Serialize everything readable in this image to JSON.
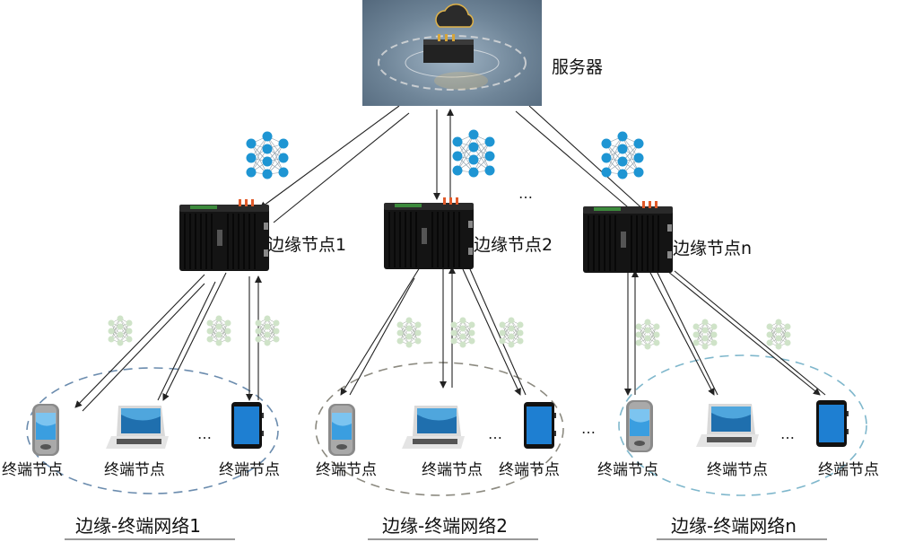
{
  "server": {
    "label": "服务器",
    "icon": "cloud-server-icon"
  },
  "edge_nodes": [
    {
      "label": "边缘节点1"
    },
    {
      "label": "边缘节点2"
    },
    {
      "label": "边缘节点n"
    }
  ],
  "networks": [
    {
      "label": "边缘-终端网络1",
      "border_color": "#6b8cae",
      "terminals": [
        {
          "label": "终端节点",
          "device": "phone"
        },
        {
          "label": "终端节点",
          "device": "laptop"
        },
        {
          "label": "终端节点",
          "device": "tablet"
        }
      ]
    },
    {
      "label": "边缘-终端网络2",
      "border_color": "#8c8a80",
      "terminals": [
        {
          "label": "终端节点",
          "device": "phone"
        },
        {
          "label": "终端节点",
          "device": "laptop"
        },
        {
          "label": "终端节点",
          "device": "tablet"
        }
      ]
    },
    {
      "label": "边缘-终端网络n",
      "border_color": "#7fb7cc",
      "terminals": [
        {
          "label": "终端节点",
          "device": "phone"
        },
        {
          "label": "终端节点",
          "device": "laptop"
        },
        {
          "label": "终端节点",
          "device": "tablet"
        }
      ]
    }
  ],
  "ellipsis": "…",
  "colors": {
    "nn_primary": "#1e95d3",
    "nn_faded": "#cfe3c8",
    "arrow": "#222222"
  }
}
